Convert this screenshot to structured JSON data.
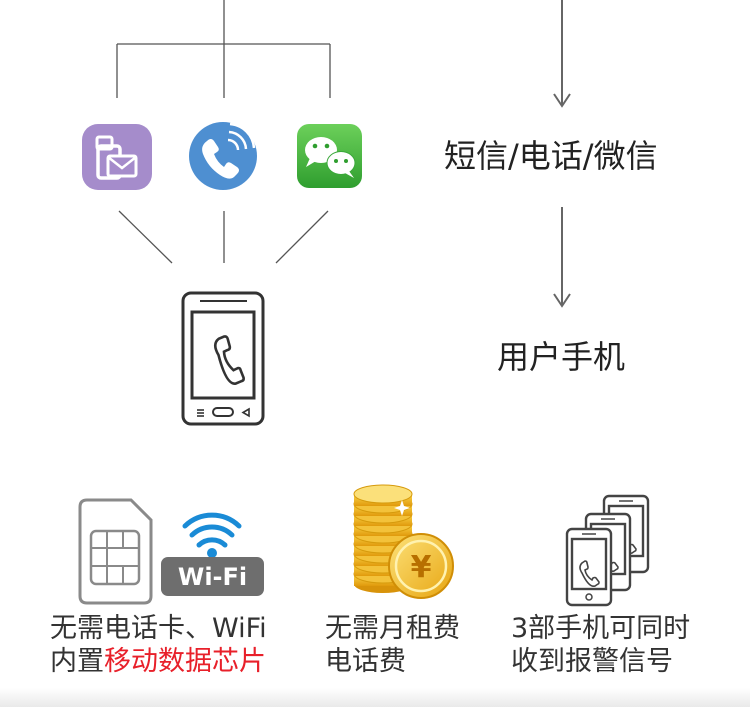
{
  "flow": {
    "step_channels": "短信/电话/微信",
    "step_user_phone": "用户手机"
  },
  "features": [
    {
      "line1": "无需电话卡、WiFi",
      "line2_prefix": "内置",
      "line2_highlight": "移动数据芯片",
      "badge": "Wi-Fi"
    },
    {
      "line1": "无需月租费",
      "line2": "电话费",
      "coin_symbol": "¥"
    },
    {
      "line1": "3部手机可同时",
      "line2": "收到报警信号"
    }
  ],
  "colors": {
    "line": "#555555",
    "arrow": "#666666",
    "sms_bg": "#a58ccb",
    "call_bg": "#4e8fd1",
    "wechat_bg": "#44b549",
    "highlight": "#e8202a",
    "coin": "#f1b81f"
  },
  "icons": [
    "sms-icon",
    "phone-call-icon",
    "wechat-icon",
    "mobile-phone-icon",
    "sim-card-icon",
    "wifi-icon",
    "gold-coins-icon",
    "multiple-phones-icon"
  ]
}
